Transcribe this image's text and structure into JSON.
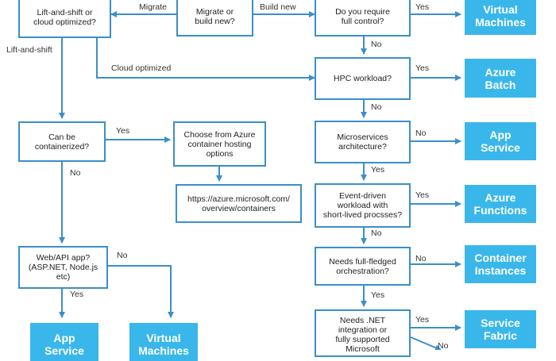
{
  "colors": {
    "line": "#3b8fc9",
    "box_border": "#3b8fc9",
    "result_fill": "#3ab7ea",
    "result_text": "#ffffff"
  },
  "nodes": {
    "migrate_or_build": "Migrate or\nbuild new?",
    "lift_or_cloud": "Lift-and-shift or\ncloud optimized?",
    "require_full_control": "Do you require\nfull control?",
    "hpc_workload": "HPC workload?",
    "microservices": "Microservices\narchitecture?",
    "event_driven": "Event-driven\nworkload with\nshort-lived procsses?",
    "full_orchestration": "Needs full-fledged\norchestration?",
    "needs_dotnet": "Needs .NET\nintegration or\nfully supported\nMicrosoft",
    "can_be_containerized": "Can be\ncontainerized?",
    "choose_container_hosting": "Choose from Azure\ncontainer hosting\noptions",
    "containers_url": "https://azure.microsoft.com/\noverview/containers",
    "web_api_app": "Web/API app?\n(ASP.NET, Node.js etc)"
  },
  "results": {
    "virtual_machines_top": "Virtual\nMachines",
    "azure_batch": "Azure\nBatch",
    "app_service_right": "App\nService",
    "azure_functions": "Azure\nFunctions",
    "container_instances": "Container\nInstances",
    "service_fabric": "Service\nFabric",
    "app_service_bottom": "App\nService",
    "virtual_machines_bottom": "Virtual\nMachines"
  },
  "edge_labels": {
    "migrate": "Migrate",
    "build_new": "Build new",
    "lift_and_shift": "Lift-and-shift",
    "cloud_optimized": "Cloud optimized",
    "full_control_yes": "Yes",
    "full_control_no": "No",
    "hpc_yes": "Yes",
    "hpc_no": "No",
    "microservices_no": "No",
    "microservices_yes": "Yes",
    "event_yes": "Yes",
    "event_no": "No",
    "orchestration_no": "No",
    "orchestration_yes": "Yes",
    "dotnet_yes": "Yes",
    "dotnet_no": "No",
    "containerized_yes": "Yes",
    "containerized_no": "No",
    "webapi_no": "No",
    "webapi_yes": "Yes"
  }
}
